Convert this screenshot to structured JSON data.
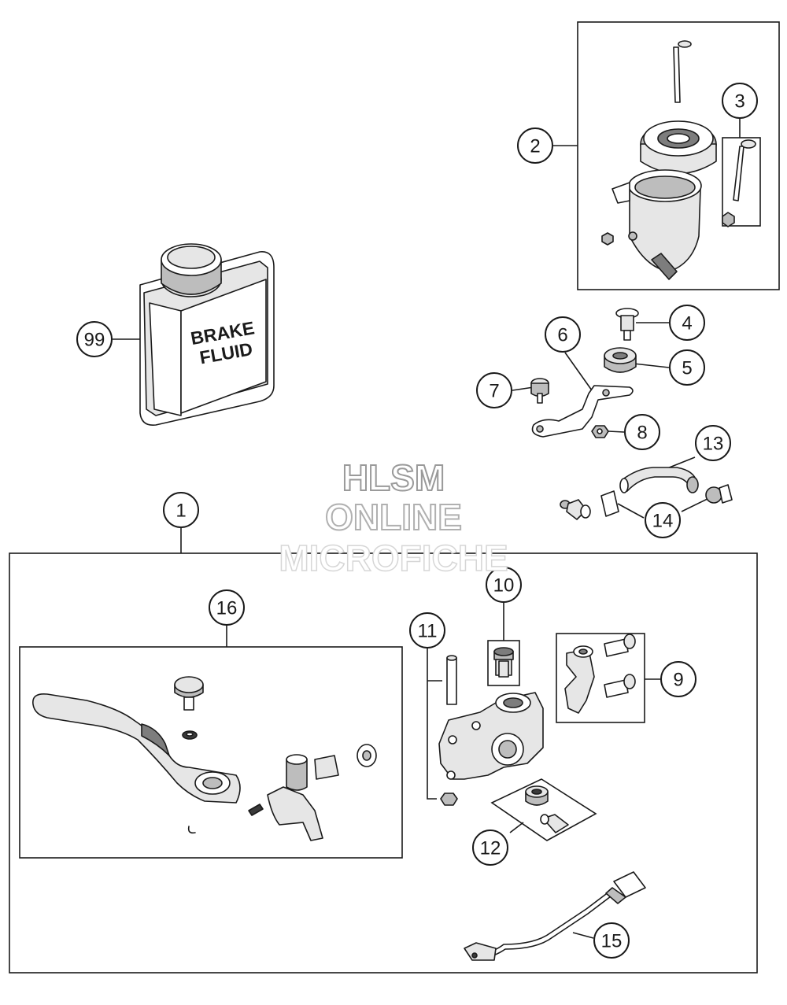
{
  "diagram": {
    "callouts": [
      {
        "id": "c1",
        "label": "1"
      },
      {
        "id": "c2",
        "label": "2"
      },
      {
        "id": "c3",
        "label": "3"
      },
      {
        "id": "c4",
        "label": "4"
      },
      {
        "id": "c5",
        "label": "5"
      },
      {
        "id": "c6",
        "label": "6"
      },
      {
        "id": "c7",
        "label": "7"
      },
      {
        "id": "c8",
        "label": "8"
      },
      {
        "id": "c9",
        "label": "9"
      },
      {
        "id": "c10",
        "label": "10"
      },
      {
        "id": "c11",
        "label": "11"
      },
      {
        "id": "c12",
        "label": "12"
      },
      {
        "id": "c13",
        "label": "13"
      },
      {
        "id": "c14",
        "label": "14"
      },
      {
        "id": "c15",
        "label": "15"
      },
      {
        "id": "c16",
        "label": "16"
      },
      {
        "id": "c99",
        "label": "99"
      }
    ],
    "can_label": {
      "line1": "BRAKE",
      "line2": "FLUID"
    }
  },
  "watermark": {
    "line1": "HLSM",
    "line2": "ONLINE",
    "line3": "MICROFICHE"
  }
}
